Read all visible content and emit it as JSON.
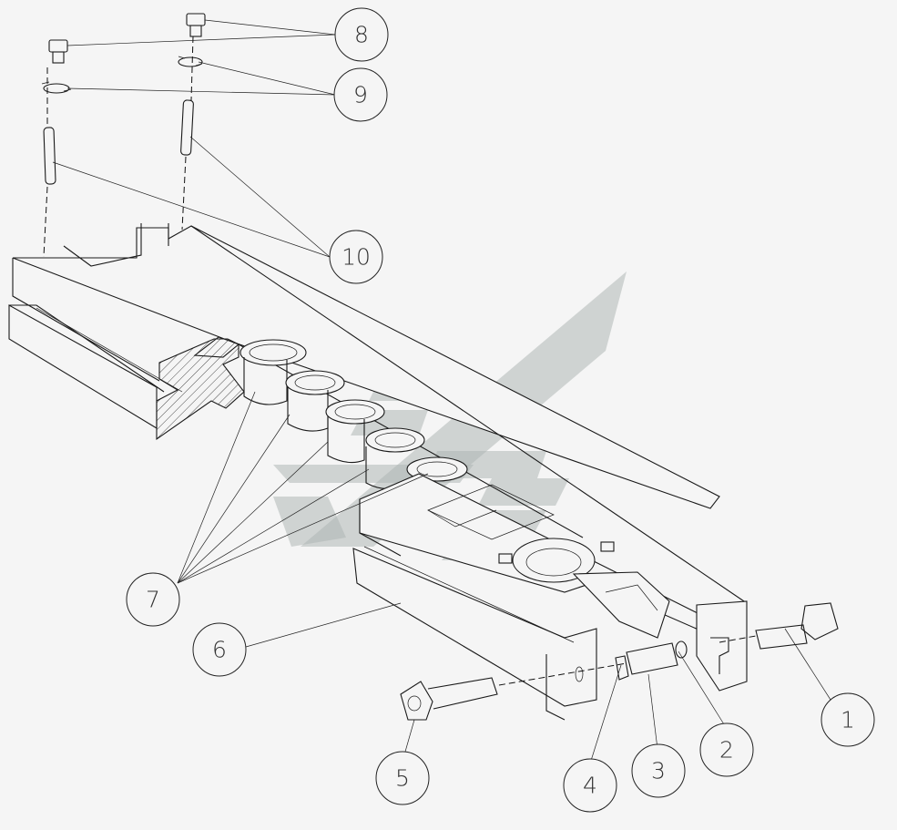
{
  "balloons": {
    "b1": "1",
    "b2": "2",
    "b3": "3",
    "b4": "4",
    "b5": "5",
    "b6": "6",
    "b7": "7",
    "b8": "8",
    "b9": "9",
    "b10": "10"
  },
  "colors": {
    "line": "#1a1a1a",
    "background": "#f5f5f5",
    "watermark": "#aeb6b5"
  }
}
